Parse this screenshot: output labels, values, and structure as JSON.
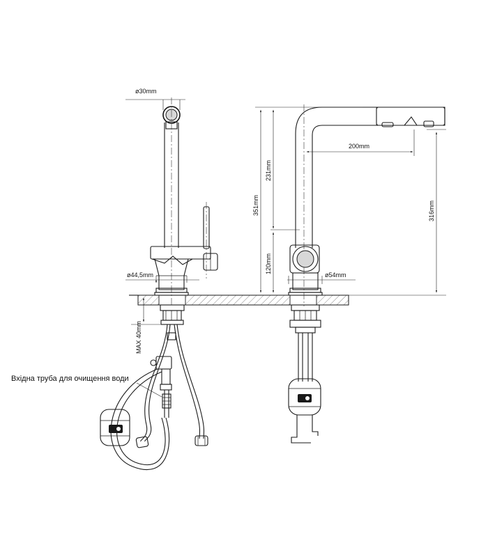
{
  "dimensions": {
    "spout_diameter": "ø30mm",
    "base_diameter_side": "ø44,5mm",
    "base_diameter_front": "ø54mm",
    "reach": "200mm",
    "height_spout": "231mm",
    "height_total": "351mm",
    "height_handle": "120mm",
    "height_outlet": "316mm",
    "max_deck": "MAX 40mm"
  },
  "callouts": {
    "inlet_pipe": "Вхідна труба для очищення води"
  }
}
